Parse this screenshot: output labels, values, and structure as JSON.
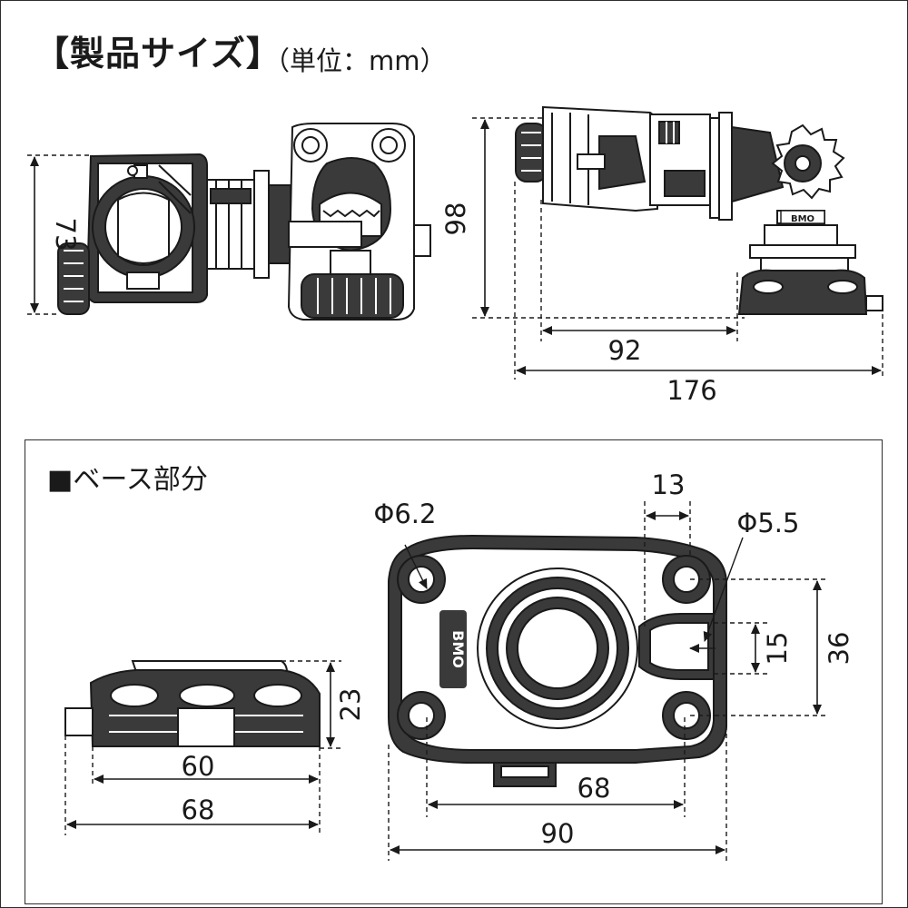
{
  "header": {
    "title": "【製品サイズ】",
    "unit": "（単位：mm）"
  },
  "base_section": {
    "title": "■ベース部分"
  },
  "dimensions": {
    "front_height": "73",
    "side_height": "98",
    "side_base_width": "92",
    "side_total_width": "176",
    "base_height": "23",
    "base_width_inner": "60",
    "base_width_outer": "68",
    "hole_large": "Φ6.2",
    "hole_small": "Φ5.5",
    "slot_offset": "13",
    "slot_width": "15",
    "hole_pitch_v": "36",
    "hole_pitch_h": "68",
    "base_top_width": "90"
  },
  "brand_mark": "BMO",
  "colors": {
    "ink": "#1a1a1a",
    "shade": "#3a3a3a",
    "light": "#ffffff"
  }
}
